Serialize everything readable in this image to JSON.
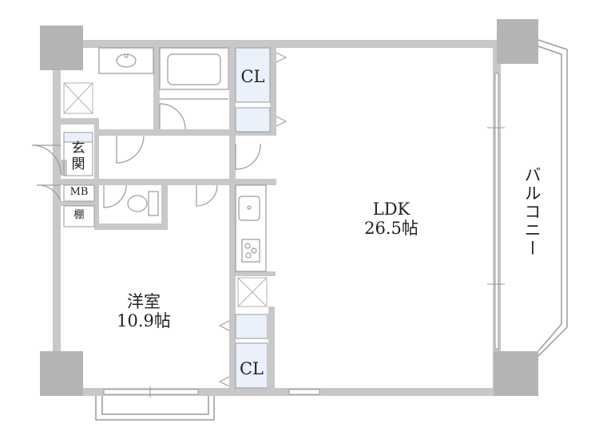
{
  "rooms": {
    "ldk": {
      "name": "LDK",
      "size": "26.5帖"
    },
    "western": {
      "name": "洋室",
      "size": "10.9帖"
    }
  },
  "closets": {
    "upper": "CL",
    "lower": "CL"
  },
  "entrance": {
    "line1": "玄",
    "line2": "関"
  },
  "mb": "MB",
  "shelf": "棚",
  "balcony": "バルコニー",
  "colors": {
    "wall": "#c8c8c8",
    "closet": "#eaf1fb",
    "line": "#9a9a9a"
  }
}
